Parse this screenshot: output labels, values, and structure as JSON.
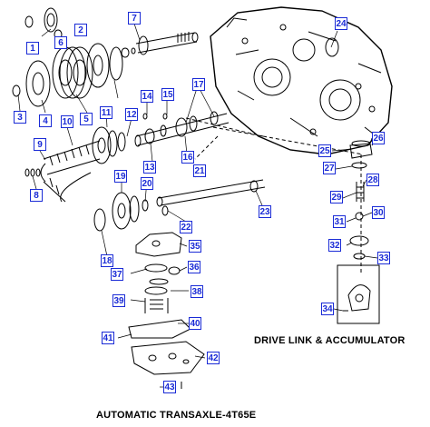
{
  "captions": {
    "drive_link": "DRIVE LINK & ACCUMULATOR",
    "transaxle": "AUTOMATIC TRANSAXLE-4T65E"
  },
  "callouts": [
    "1",
    "2",
    "3",
    "4",
    "5",
    "6",
    "7",
    "8",
    "9",
    "10",
    "11",
    "12",
    "13",
    "14",
    "15",
    "16",
    "17",
    "18",
    "19",
    "20",
    "21",
    "22",
    "23",
    "24",
    "25",
    "26",
    "27",
    "28",
    "29",
    "30",
    "31",
    "32",
    "33",
    "34",
    "35",
    "36",
    "37",
    "38",
    "39",
    "40",
    "41",
    "42",
    "43"
  ],
  "colors": {
    "callout_border": "#1a2bd6",
    "line": "#000000"
  }
}
